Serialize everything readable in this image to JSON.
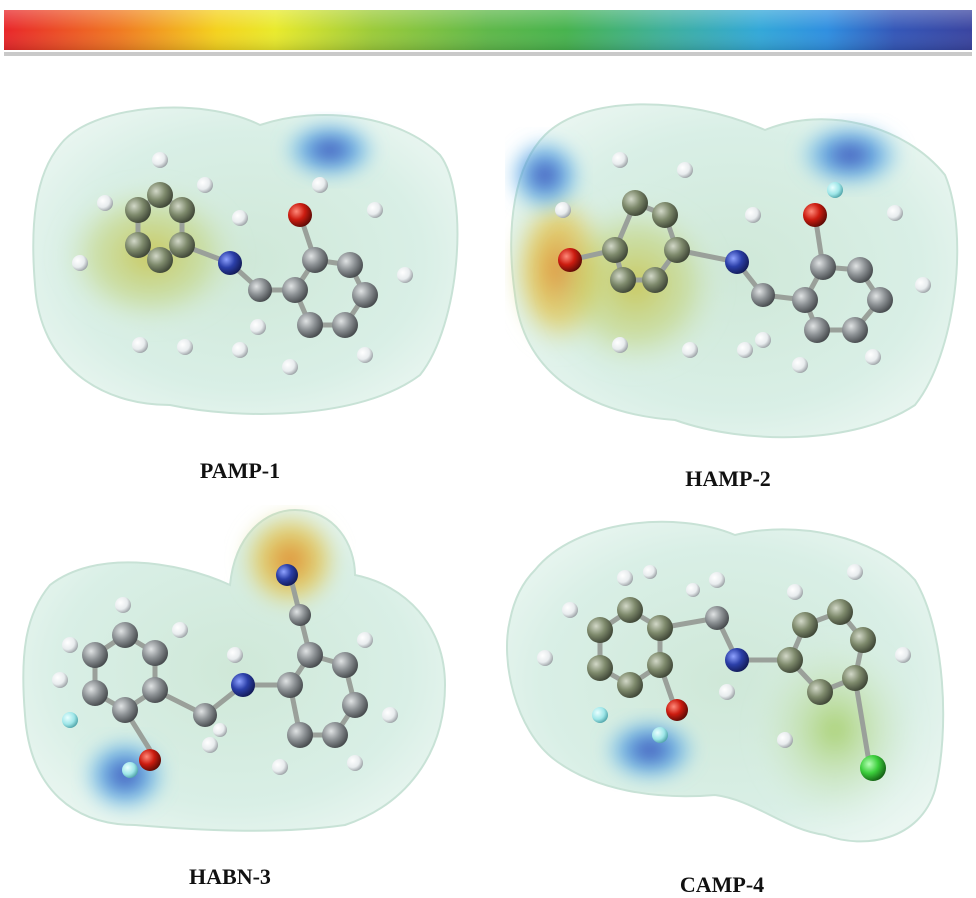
{
  "colorbar": {
    "stops": [
      "#e8262a",
      "#f07a22",
      "#f4d21e",
      "#e9ea2c",
      "#9ccb3a",
      "#5fb84a",
      "#47b34e",
      "#3fb09a",
      "#33a8d8",
      "#2f8fe0",
      "#3457b8",
      "#3a44a0"
    ]
  },
  "molecules": [
    {
      "id": "PAMP-1",
      "label": "PAMP-1"
    },
    {
      "id": "HAMP-2",
      "label": "HAMP-2"
    },
    {
      "id": "HABN-3",
      "label": "HABN-3"
    },
    {
      "id": "CAMP-4",
      "label": "CAMP-4"
    }
  ],
  "colors": {
    "carbon_green": "#7e8a6c",
    "carbon_gray": "#8c9194",
    "hydrogen": "#e8ecee",
    "hydrogen_cyan": "#9ee6e8",
    "nitrogen": "#2b3fa8",
    "oxygen": "#cc1c10",
    "chlorine": "#3ccf3c",
    "surface": "#d6eee4"
  }
}
